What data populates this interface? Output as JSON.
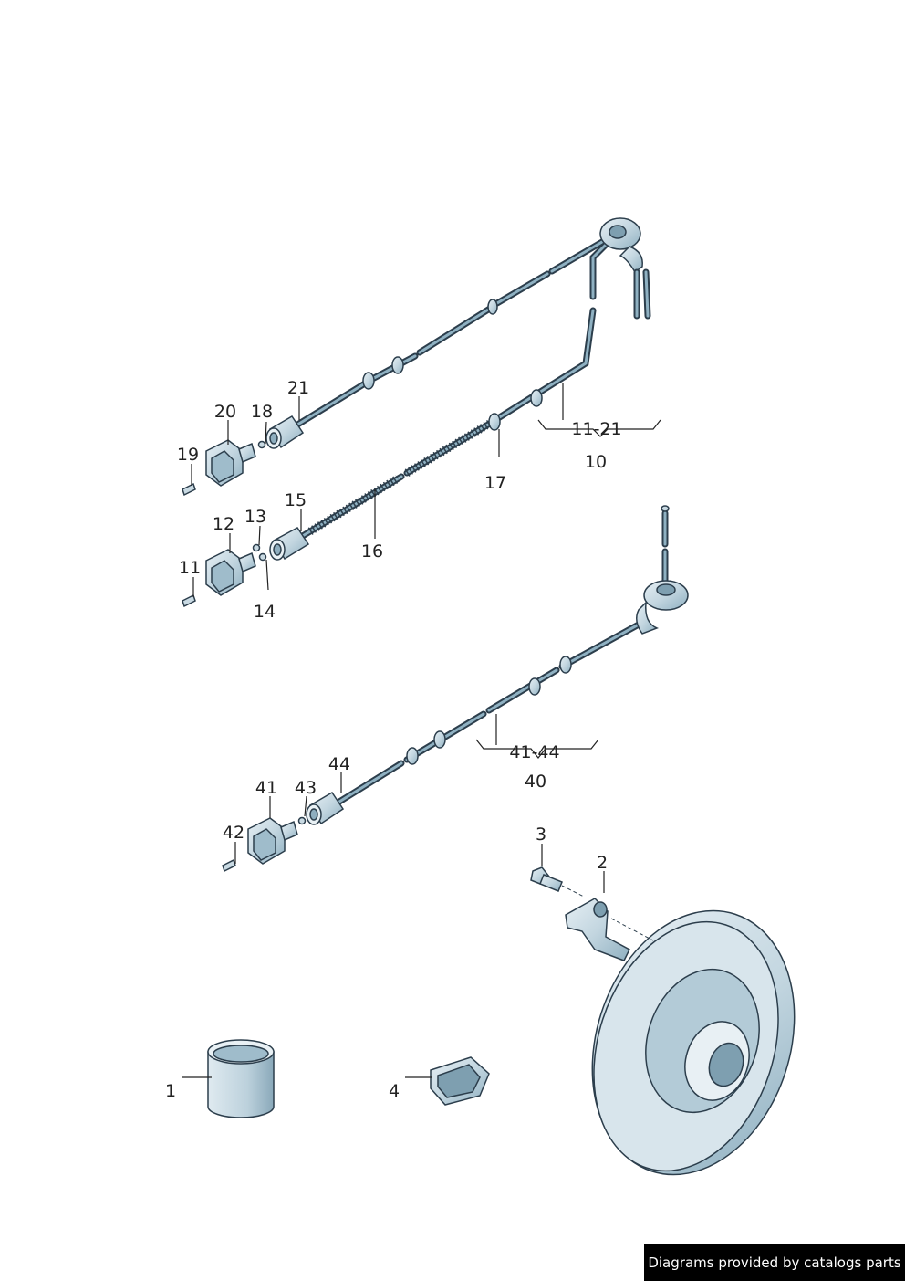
{
  "callouts": {
    "c1": "1",
    "c2": "2",
    "c3": "3",
    "c4": "4",
    "c10": "10",
    "c11": "11",
    "c11_21": "11-21",
    "c12": "12",
    "c13": "13",
    "c14": "14",
    "c15": "15",
    "c16": "16",
    "c17": "17",
    "c18": "18",
    "c19": "19",
    "c20": "20",
    "c21": "21",
    "c40": "40",
    "c41": "41",
    "c41_44": "41-44",
    "c42": "42",
    "c43": "43",
    "c44": "44"
  },
  "footer": {
    "credit": "Diagrams provided by catalogs parts"
  },
  "colors": {
    "part_fill": "#c9dae3",
    "part_shade": "#9fbccb",
    "outline": "#2c3e4c",
    "credit_background": "#000000"
  }
}
